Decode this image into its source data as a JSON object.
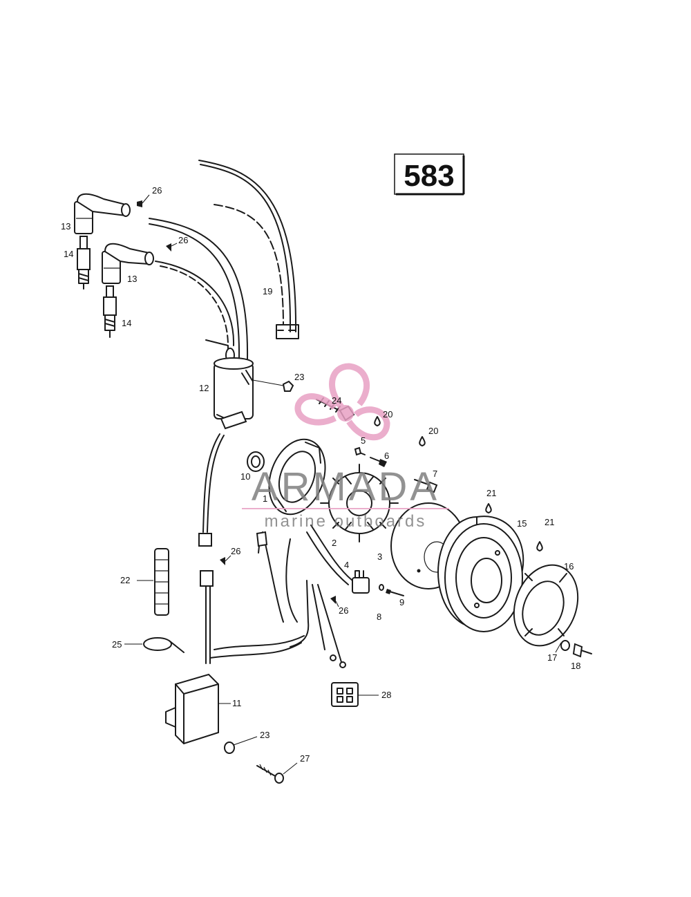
{
  "engine_code": "583",
  "watermark": {
    "title": "ARMADA",
    "subtitle": "marine outboards",
    "accent_color": "#e8a0c4",
    "text_color": "#7f7f7f"
  },
  "callouts": {
    "c1": "1",
    "c2": "2",
    "c3": "3",
    "c4": "4",
    "c5": "5",
    "c6": "6",
    "c7": "7",
    "c8": "8",
    "c9": "9",
    "c10": "10",
    "c11": "11",
    "c12": "12",
    "c13a": "13",
    "c13b": "13",
    "c14a": "14",
    "c14b": "14",
    "c15": "15",
    "c16": "16",
    "c17": "17",
    "c18": "18",
    "c19": "19",
    "c20a": "20",
    "c20b": "20",
    "c21a": "21",
    "c21b": "21",
    "c22": "22",
    "c23a": "23",
    "c23b": "23",
    "c24": "24",
    "c25": "25",
    "c26a": "26",
    "c26b": "26",
    "c26c": "26",
    "c26d": "26",
    "c27": "27",
    "c28": "28"
  }
}
